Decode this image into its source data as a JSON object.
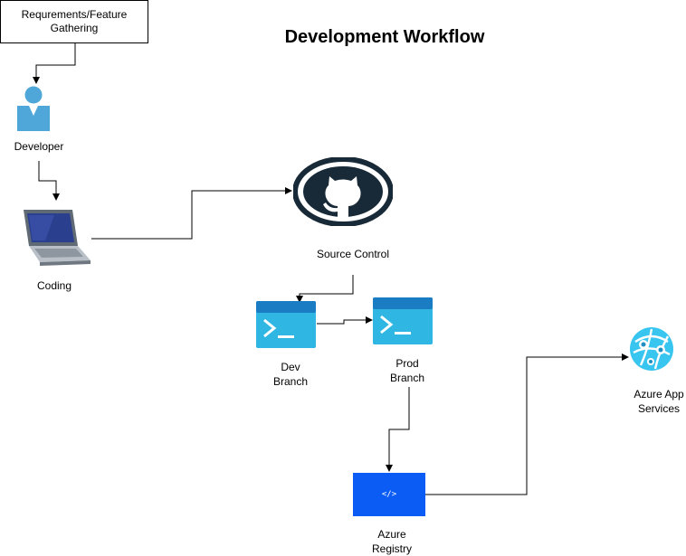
{
  "diagram": {
    "title": "Development Workflow",
    "nodes": {
      "requirements": {
        "label": "Requrements/Feature\nGathering"
      },
      "developer": {
        "label": "Developer",
        "icon": "developer-person-icon"
      },
      "coding": {
        "label": "Coding",
        "icon": "laptop-icon"
      },
      "source_control": {
        "label": "Source Control",
        "icon": "github-icon"
      },
      "dev_branch": {
        "label": "Dev\nBranch",
        "icon": "terminal-icon"
      },
      "prod_branch": {
        "label": "Prod\nBranch",
        "icon": "terminal-icon"
      },
      "azure_registry": {
        "label": "Azure\nRegistry",
        "icon": "code-registry-icon",
        "badge": "</>"
      },
      "azure_app_services": {
        "label": "Azure App\nServices",
        "icon": "azure-app-services-icon"
      }
    },
    "edges": [
      [
        "requirements",
        "developer"
      ],
      [
        "developer",
        "coding"
      ],
      [
        "coding",
        "source_control"
      ],
      [
        "source_control",
        "dev_branch"
      ],
      [
        "dev_branch",
        "prod_branch"
      ],
      [
        "prod_branch",
        "azure_registry"
      ],
      [
        "azure_registry",
        "azure_app_services"
      ]
    ],
    "colors": {
      "developer_blue": "#4ea7d8",
      "terminal_blue": "#2fb6e3",
      "terminal_header": "#1a7dc4",
      "github_dark": "#182a38",
      "registry_blue": "#0b5cf5",
      "azure_globe": "#38c5ef"
    }
  }
}
